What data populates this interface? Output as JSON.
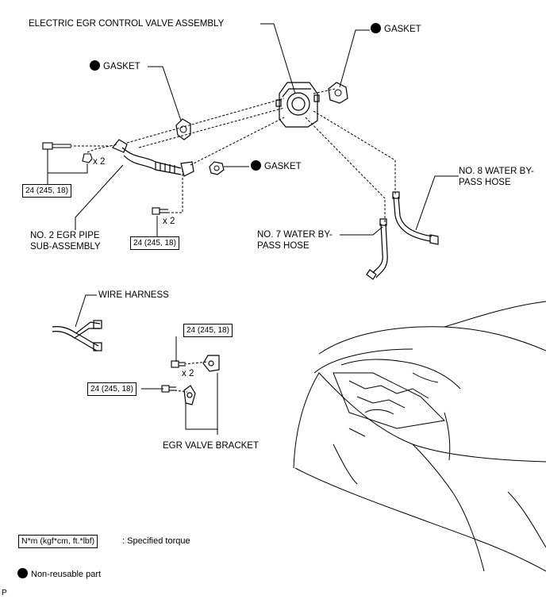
{
  "labels": {
    "egr_valve": "ELECTRIC EGR CONTROL VALVE ASSEMBLY",
    "gasket_top_right": "GASKET",
    "gasket_top_left": "GASKET",
    "gasket_mid": "GASKET",
    "egr_pipe_line1": "NO. 2 EGR PIPE",
    "egr_pipe_line2": "SUB-ASSEMBLY",
    "hose7_line1": "NO. 7 WATER BY-",
    "hose7_line2": "PASS HOSE",
    "hose8_line1": "NO. 8 WATER BY-",
    "hose8_line2": "PASS HOSE",
    "wire_harness": "WIRE HARNESS",
    "egr_bracket": "EGR VALVE BRACKET"
  },
  "quantities": {
    "pipe_bolts": "x 2",
    "lower_bolt": "x 2",
    "bracket_bolts": "x 2"
  },
  "torques": {
    "pipe_left": "24 (245, 18)",
    "pipe_lower": "24 (245, 18)",
    "bracket_upper": "24 (245, 18)",
    "bracket_left": "24 (245, 18)"
  },
  "legend": {
    "torque_unit": "N*m (kgf*cm, ft.*lbf)",
    "torque_desc": ": Specified torque",
    "nonreusable": "Non-reusable part"
  },
  "corner_mark": "P"
}
